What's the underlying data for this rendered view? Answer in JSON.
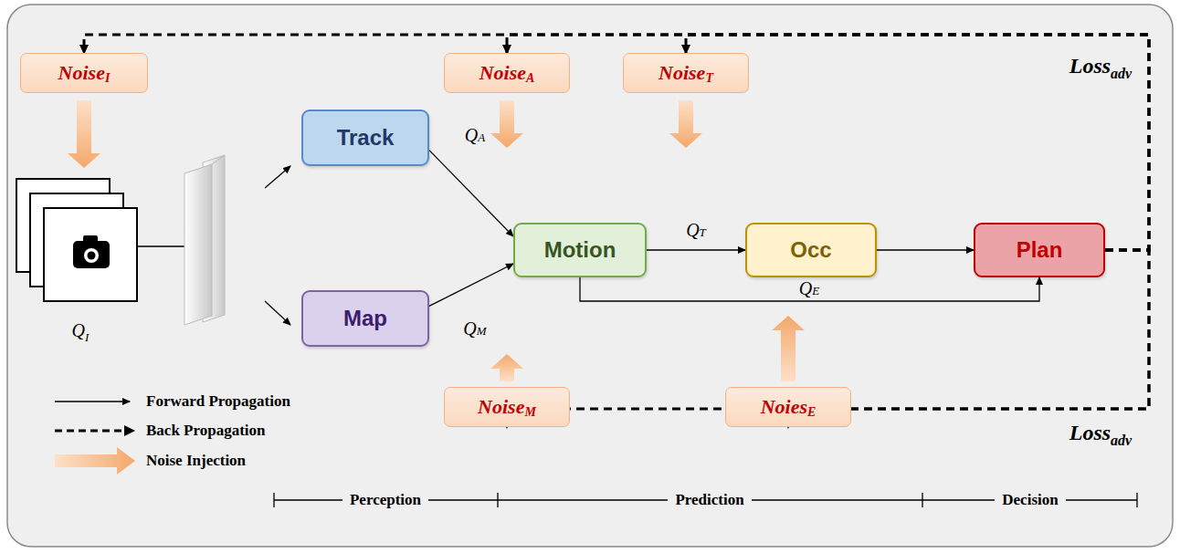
{
  "diagram": {
    "nodes": [
      {
        "text": [
          "Noise",
          "I"
        ]
      },
      {
        "text": [
          "Noise",
          "A"
        ]
      },
      {
        "text": [
          "Noise",
          "T"
        ]
      },
      {
        "text": [
          "Track"
        ]
      },
      {
        "text": [
          "Motion"
        ]
      },
      {
        "text": [
          "Occ"
        ]
      },
      {
        "text": [
          "Plan"
        ]
      },
      {
        "text": [
          "Map"
        ]
      },
      {
        "text": [
          "Noise",
          "M"
        ]
      },
      {
        "text": [
          "Noies",
          "E"
        ]
      }
    ],
    "edges": [
      {
        "from": 3,
        "to": 4,
        "arrow": "to",
        "label": "QA"
      },
      {
        "from": 7,
        "to": 4,
        "arrow": "to",
        "label": "QM"
      },
      {
        "from": 4,
        "to": 5,
        "arrow": "to",
        "label": "QT"
      },
      {
        "from": 4,
        "to": 6,
        "arrow": "to",
        "label": "QE"
      },
      {
        "from": 5,
        "to": 6,
        "arrow": "to"
      },
      {
        "from": 6,
        "to": 0,
        "arrow": "to"
      },
      {
        "from": 6,
        "to": 1,
        "arrow": "to"
      },
      {
        "from": 6,
        "to": 2,
        "arrow": "to"
      },
      {
        "from": 6,
        "to": 8,
        "arrow": "to"
      },
      {
        "from": 6,
        "to": 9,
        "arrow": "to"
      }
    ],
    "labels": [
      "Q",
      "I",
      "Loss",
      "adv",
      "Loss",
      "adv",
      "Perception",
      "Prediction",
      "Decision"
    ],
    "legend": [
      {
        "text": "Forward Propagation"
      },
      {
        "text": "Back Propagation"
      },
      {
        "text": "Noise Injection"
      }
    ]
  }
}
